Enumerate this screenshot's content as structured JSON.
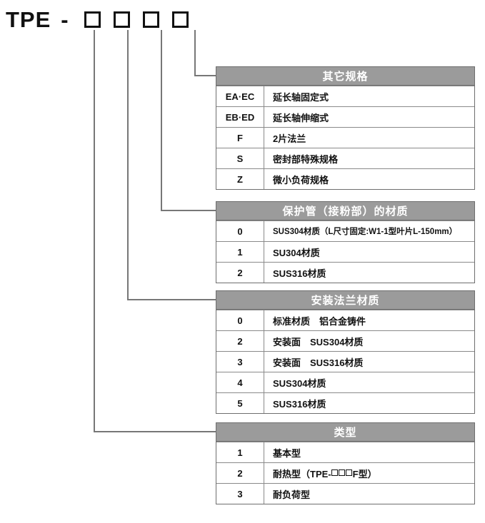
{
  "model_code": {
    "prefix": "TPE",
    "dash": "-",
    "slot_count": 4,
    "slots": [
      "",
      "",
      "",
      ""
    ]
  },
  "colors": {
    "header_bg": "#9b9b9b",
    "header_text": "#ffffff",
    "border": "#6e6e6e",
    "row_border": "#8a8a8a",
    "text": "#111111",
    "connector": "#777777"
  },
  "tables": [
    {
      "id": "other-specifications",
      "title": "其它规格",
      "slot_index": 4,
      "rows": [
        {
          "code": "EA·EC",
          "desc": "延长轴固定式"
        },
        {
          "code": "EB·ED",
          "desc": "延长轴伸缩式"
        },
        {
          "code": "F",
          "desc": "2片法兰"
        },
        {
          "code": "S",
          "desc": "密封部特殊规格"
        },
        {
          "code": "Z",
          "desc": "微小负荷规格"
        }
      ]
    },
    {
      "id": "protection-tube-material",
      "title": "保护管（接粉部）的材质",
      "slot_index": 3,
      "rows": [
        {
          "code": "0",
          "desc": "SUS304材质（L尺寸固定:W1-1型叶片L-150mm）",
          "small": true
        },
        {
          "code": "1",
          "desc": "SU304材质"
        },
        {
          "code": "2",
          "desc": "SUS316材质"
        }
      ]
    },
    {
      "id": "mounting-flange-material",
      "title": "安装法兰材质",
      "slot_index": 2,
      "rows": [
        {
          "code": "0",
          "desc": "标准材质　铝合金铸件"
        },
        {
          "code": "2",
          "desc": "安装面　SUS304材质"
        },
        {
          "code": "3",
          "desc": "安装面　SUS316材质"
        },
        {
          "code": "4",
          "desc": "SUS304材质"
        },
        {
          "code": "5",
          "desc": "SUS316材质"
        }
      ]
    },
    {
      "id": "type",
      "title": "类型",
      "slot_index": 1,
      "rows": [
        {
          "code": "1",
          "desc": "基本型"
        },
        {
          "code": "2",
          "desc": "耐热型（TPE-□□□F型）",
          "has_inline_boxes": true,
          "desc_prefix": "耐热型（TPE-",
          "desc_suffix": "F型）",
          "inline_box_count": 3
        },
        {
          "code": "3",
          "desc": "耐负荷型"
        }
      ]
    }
  ]
}
